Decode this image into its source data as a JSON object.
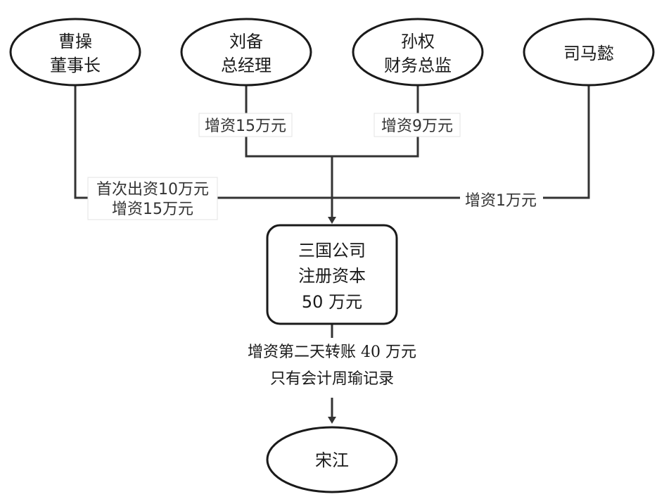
{
  "nodes": {
    "cao_cao": {
      "line1": "曹操",
      "line2": "董事长"
    },
    "liu_bei": {
      "line1": "刘备",
      "line2": "总经理"
    },
    "sun_quan": {
      "line1": "孙权",
      "line2": "财务总监"
    },
    "sima_yi": {
      "line1": "司马懿"
    },
    "company": {
      "line1": "三国公司",
      "line2": "注册资本",
      "line3": "50 万元"
    },
    "song_jiang": {
      "line1": "宋江"
    }
  },
  "edges": {
    "liu_bei": "增资15万元",
    "sun_quan": "增资9万元",
    "cao_cao": {
      "line1": "首次出资10万元",
      "line2": "增资15万元"
    },
    "sima_yi": "增资1万元",
    "company_to_song": {
      "line1": "增资第二天转账 40 万元",
      "line2": "只有会计周瑜记录"
    }
  }
}
